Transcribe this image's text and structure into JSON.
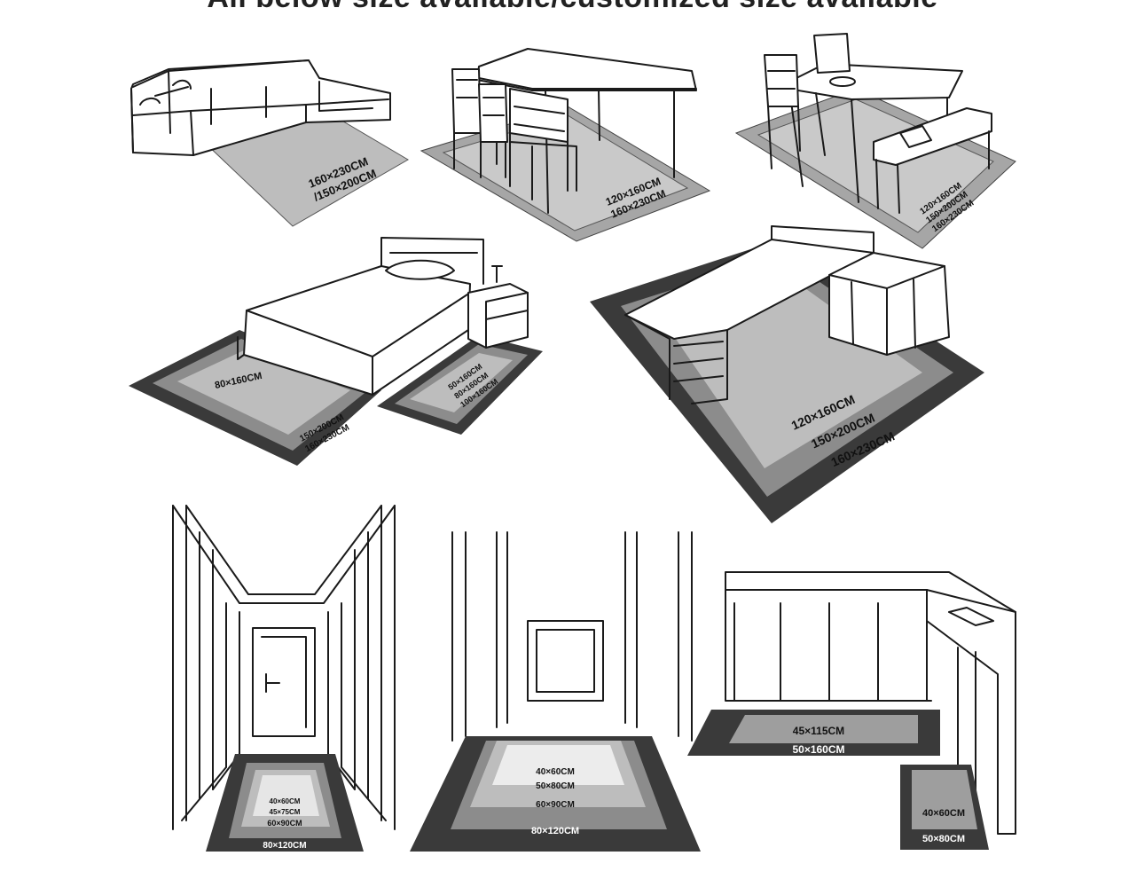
{
  "headline": "All below size available/customized size available",
  "scenes": {
    "living_room": {
      "labels": [
        "160×230CM",
        "/150×200CM"
      ]
    },
    "dining_room": {
      "labels": [
        "120×160CM",
        "160×230CM"
      ]
    },
    "dining_bench": {
      "labels": [
        "120×160CM",
        "150×200CM",
        "160×230CM"
      ]
    },
    "bedroom": {
      "bed_labels": [
        "80×160CM",
        "150×200CM",
        "160×230CM"
      ],
      "side_labels": [
        "50×160CM",
        "80×160CM",
        "100×160CM"
      ]
    },
    "study": {
      "labels": [
        "120×160CM",
        "150×200CM",
        "160×230CM"
      ]
    },
    "hallway": {
      "labels": [
        "40×60CM",
        "45×75CM",
        "60×90CM",
        "80×120CM"
      ]
    },
    "entrance": {
      "labels": [
        "40×60CM",
        "50×80CM",
        "60×90CM",
        "80×120CM"
      ]
    },
    "kitchen": {
      "long_labels": [
        "45×115CM",
        "50×160CM"
      ],
      "small_labels": [
        "40×60CM",
        "50×80CM"
      ]
    }
  },
  "colors": {
    "outer_rug": "#3a3a3a",
    "mid_rug": "#8c8c8c",
    "inner_rug": "#bdbdbd",
    "line": "#1a1a1a"
  }
}
